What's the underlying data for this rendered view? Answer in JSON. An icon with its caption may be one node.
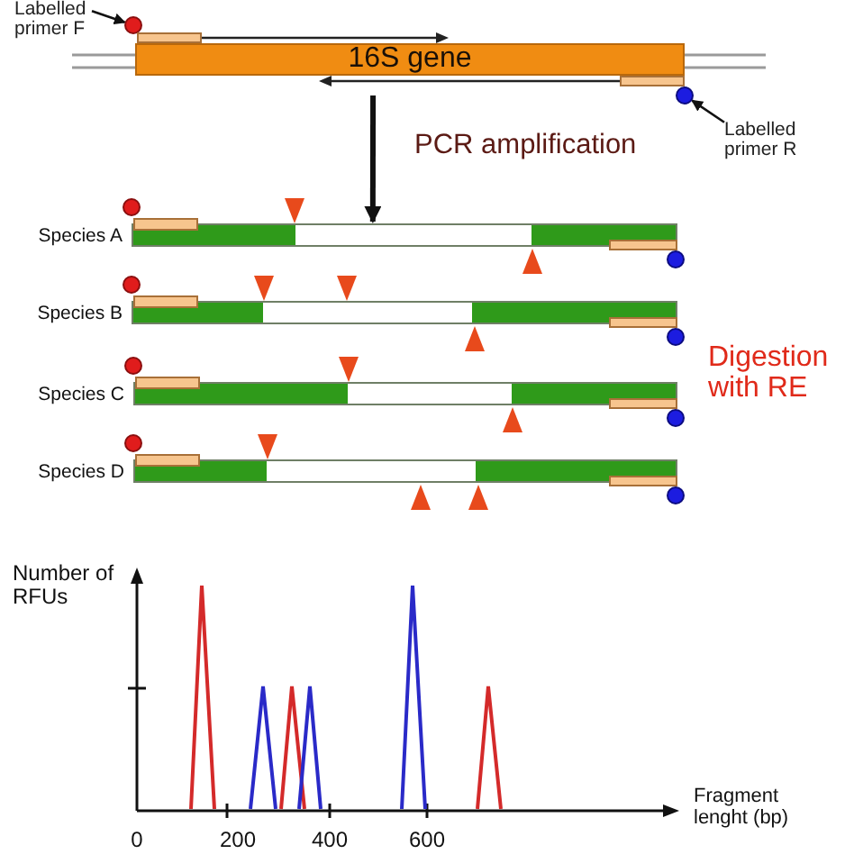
{
  "diagram": {
    "nodes": [
      {
        "text": [
          "Labelled primer F"
        ]
      },
      {
        "text": [],
        "shape": "circle"
      },
      {
        "text": [
          "16S gene"
        ]
      },
      {
        "text": [],
        "shape": "circle"
      },
      {
        "text": [
          "Labelled primer R"
        ]
      },
      {
        "text": [],
        "shape": "bar",
        "beside": [
          "Species A"
        ]
      },
      {
        "text": [],
        "shape": "bar",
        "beside": [
          "Species B"
        ]
      },
      {
        "text": [],
        "shape": "bar",
        "beside": [
          "Species C"
        ]
      },
      {
        "text": [],
        "shape": "bar",
        "beside": [
          "Species D"
        ]
      }
    ],
    "edges": [
      {
        "from": 0,
        "to": 1,
        "arrow": "to"
      },
      {
        "from": 4,
        "to": 3,
        "arrow": "to"
      },
      {
        "from": 2,
        "to": 5,
        "arrow": "to",
        "label": "PCR amplification",
        "style": "thick"
      }
    ],
    "labels": [
      "Digestion with RE",
      "Number of RFUs",
      "Fragment lenght (bp)",
      "0",
      "200",
      "400",
      "600"
    ]
  }
}
